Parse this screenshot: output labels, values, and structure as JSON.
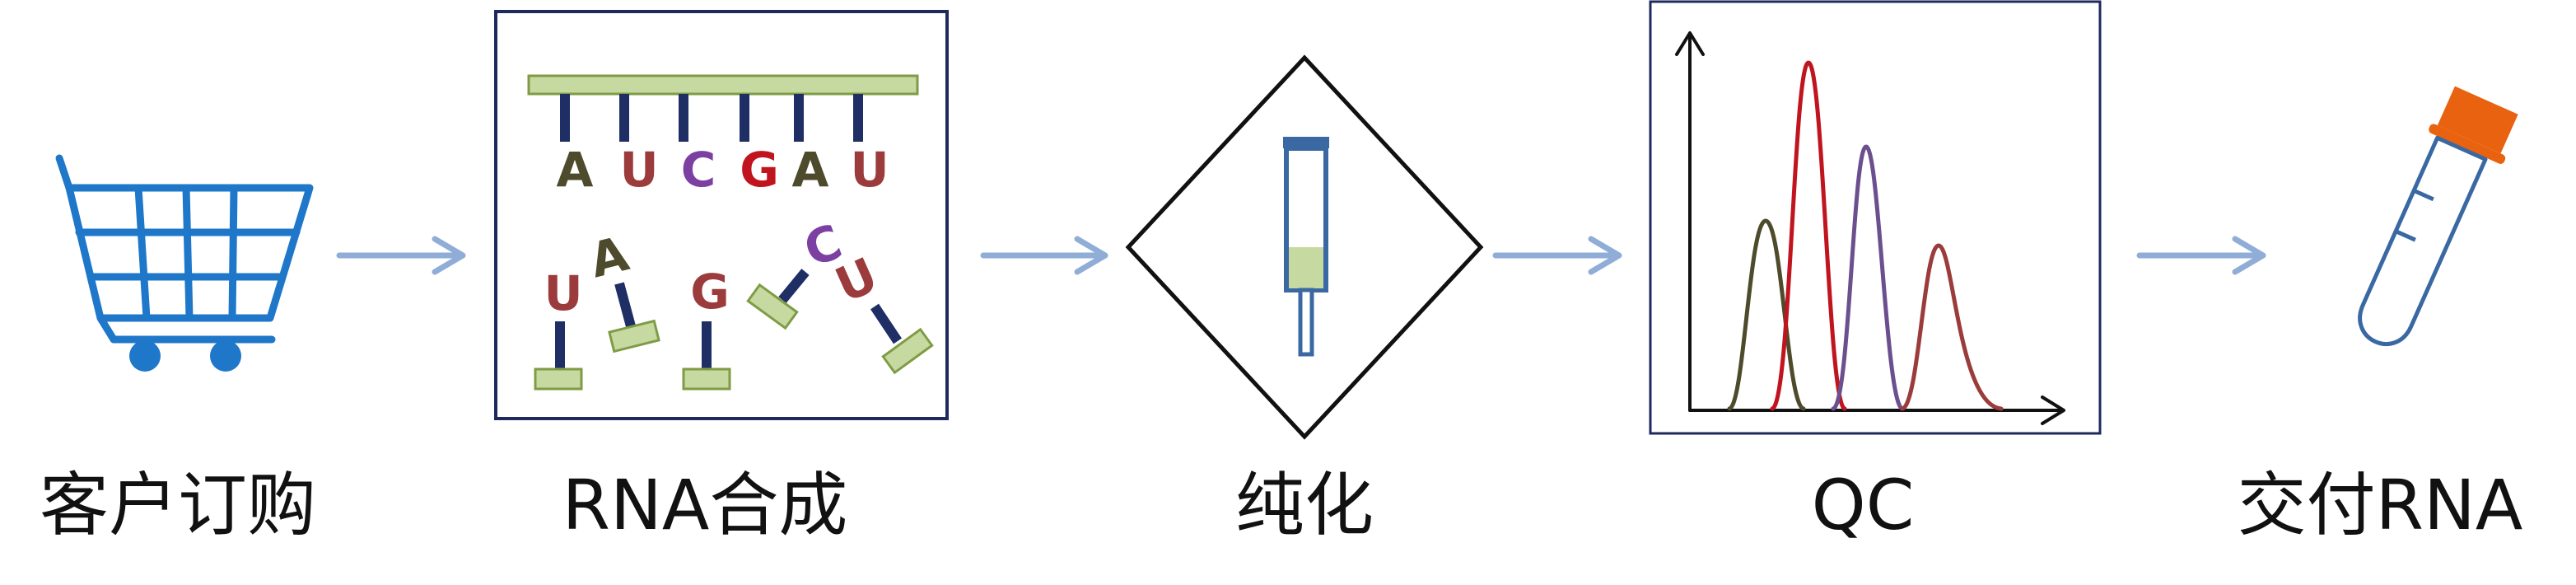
{
  "steps": [
    {
      "label": "客户订购"
    },
    {
      "label": "RNA合成"
    },
    {
      "label": "纯化"
    },
    {
      "label": "QC"
    },
    {
      "label": "交付RNA"
    }
  ],
  "synthesis": {
    "bases_attached": [
      "A",
      "U",
      "C",
      "G",
      "A",
      "U"
    ],
    "bases_free": [
      "U",
      "A",
      "G",
      "C",
      "U"
    ]
  },
  "colors": {
    "arrow": "#8fadd6",
    "cart": "#1f77c9",
    "frame": "#1f2a5c",
    "strand": "#c6d9a0",
    "strand_edge": "#7f9c45",
    "stem": "#1f2f66",
    "base_A": "#4e4a2c",
    "base_U": "#9b3b3b",
    "base_C": "#7c3fa2",
    "base_G": "#c0141e",
    "tube": "#3a68a2",
    "cap": "#e8620f",
    "peak1": "#4e4a2c",
    "peak2": "#c0141e",
    "peak3": "#6b4f8f",
    "peak4": "#9b3b3b"
  },
  "icons": [
    "shopping-cart-icon",
    "rna-synthesis-icon",
    "purification-column-icon",
    "qc-chromatogram-icon",
    "sample-tube-icon"
  ]
}
